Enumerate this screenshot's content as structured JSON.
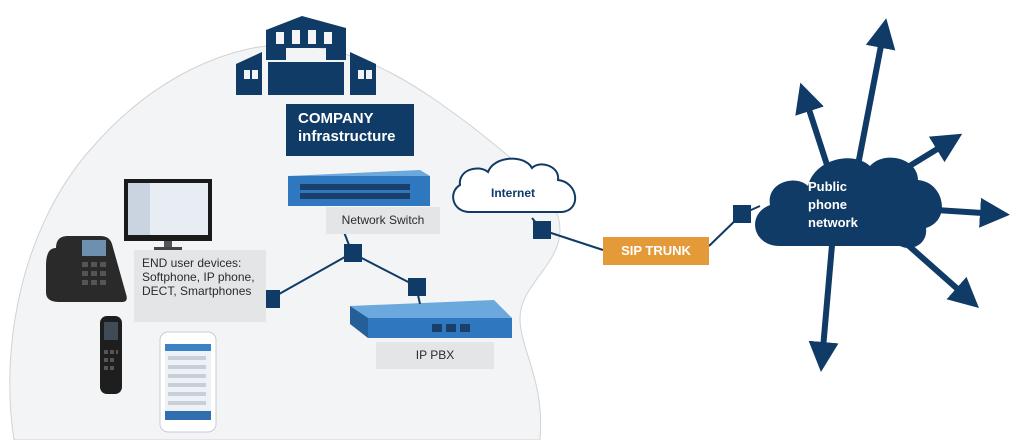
{
  "labels": {
    "company": [
      "COMPANY",
      "infrastructure"
    ],
    "network_switch": "Network Switch",
    "ip_pbx": "IP PBX",
    "end_user_devices": [
      "END user devices:",
      "Softphone, IP phone,",
      "DECT, Smartphones"
    ],
    "sip_trunk": "SIP TRUNK",
    "internet": "Internet",
    "public_network": [
      "Public",
      "phone",
      "network"
    ]
  },
  "colors": {
    "navy": "#103b66",
    "sip_orange": "#e59a3a",
    "label_gray": "#e4e5e7",
    "blob_fill": "#f3f4f5",
    "device_blue": "#3b82c4"
  }
}
